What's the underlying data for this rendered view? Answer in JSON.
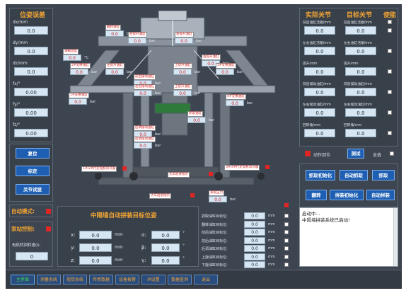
{
  "pose_error": {
    "title": "位姿误差",
    "rows": [
      {
        "label": "dx/mm",
        "value": "0.0"
      },
      {
        "label": "dy/mm",
        "value": "0.0"
      },
      {
        "label": "dz/mm",
        "value": "0.0"
      },
      {
        "label": "fx/°",
        "value": "0.00"
      },
      {
        "label": "fy/°",
        "value": "0.00"
      },
      {
        "label": "fz/°",
        "value": "0.00"
      }
    ]
  },
  "left_buttons": {
    "reset": "复位",
    "calibrate": "标定",
    "close_suction": "关节试拔"
  },
  "auto_mode": {
    "label": "自动模式:"
  },
  "pump_control": {
    "label": "泵站控制:"
  },
  "motor_speed": {
    "label": "电机转回转速(S:",
    "value": "0"
  },
  "target_pose": {
    "title": "中隔墙自动拼装目标位姿",
    "rows": [
      {
        "axis": "x:",
        "value": "0.0",
        "unit": "mm",
        "rot": "α:",
        "rot_value": "0.0",
        "rot_unit": "°"
      },
      {
        "axis": "y:",
        "value": "0.0",
        "unit": "mm",
        "rot": "β:",
        "rot_value": "0.0",
        "rot_unit": "°"
      },
      {
        "axis": "z:",
        "value": "0.0",
        "unit": "mm",
        "rot": "γ:",
        "rot_value": "0.0",
        "rot_unit": "°"
      }
    ]
  },
  "cylinders": {
    "rows": [
      {
        "label": "抓取油缸目标位:",
        "value": "0.0",
        "unit": "mm"
      },
      {
        "label": "翻转油缸目标位:",
        "value": "0.0",
        "unit": "mm"
      },
      {
        "label": "前后油缸目标位:",
        "value": "0.0",
        "unit": "mm"
      },
      {
        "label": "前后油缸目标位:",
        "value": "0.0",
        "unit": "mm"
      },
      {
        "label": "后调油缸目标位:",
        "value": "0.0",
        "unit": "mm"
      },
      {
        "label": "上旋油缸目标位:",
        "value": "0.0",
        "unit": "mm"
      },
      {
        "label": "下旋油缸目标位:",
        "value": "0.0",
        "unit": "mm"
      }
    ]
  },
  "joints": {
    "actual_title": "实际关节",
    "target_title": "目标关节",
    "enable_title": "使能",
    "rows": [
      {
        "actual_label": "前后油缸活塞/mm",
        "actual": "0.0",
        "target_label": "前后油缸活塞/mm",
        "target": "0.0"
      },
      {
        "actual_label": "左右油缸活塞/mm",
        "actual": "0.0",
        "target_label": "左右油缸活塞/mm",
        "target": "0.0"
      },
      {
        "actual_label": "提升/mm",
        "actual": "0.0",
        "target_label": "提升/mm",
        "target": "0.0"
      },
      {
        "actual_label": "前后摆动油缸/mm",
        "actual": "0.0",
        "target_label": "前后摆动油缸/mm",
        "target": "0.0"
      },
      {
        "actual_label": "左右摆动油缸/mm",
        "actual": "0.0",
        "target_label": "左右摆动油缸/mm",
        "target": "0.0"
      },
      {
        "actual_label": "回转角/mm",
        "actual": "0.0",
        "target_label": "回转角/mm",
        "target": "0.0"
      }
    ]
  },
  "action_done": {
    "label": "动作到位"
  },
  "test_button": "测试",
  "select_all": "全选",
  "grab_buttons": {
    "grab_init": "抓取初始化",
    "auto_grab": "自动抓取",
    "grab": "抓取",
    "flip": "翻转",
    "assemble_init": "拼装初始化",
    "auto_assemble": "自动拼装"
  },
  "log": {
    "lines": [
      "启动中...",
      "中隔墙拼装系统已启动!"
    ]
  },
  "bottom_tabs": [
    "主界面",
    "测量系统",
    "视觉系统",
    "传感数据",
    "设备报警",
    "IP设置",
    "数据查询",
    "退出"
  ],
  "machine": {
    "tags": [
      {
        "name": "翻转油缸",
        "value": "0.0",
        "unit": "bar"
      },
      {
        "name": "左提升油缸",
        "value": "0.0",
        "unit": "bar"
      },
      {
        "name": "右提升油缸",
        "value": "0.0",
        "unit": "bar"
      },
      {
        "name": "油箱温度",
        "value": "0.0",
        "unit": "°C"
      },
      {
        "name": "2#支撑油缸",
        "value": "0.0",
        "unit": "bar"
      },
      {
        "name": "左提升油缸",
        "value": "0.0",
        "unit": "bar"
      },
      {
        "name": "前后摆动油缸",
        "value": "0.0",
        "unit": "bar"
      },
      {
        "name": "上提升油缸",
        "value": "0.0",
        "unit": "bar"
      },
      {
        "name": "右提升油缸",
        "value": "0.0",
        "unit": "bar"
      },
      {
        "name": "3#支撑油缸",
        "value": "0.0",
        "unit": "bar"
      },
      {
        "name": "1#支撑油缸",
        "value": "0.0",
        "unit": "bar"
      },
      {
        "name": "左右摆动油缸",
        "value": "0.0",
        "unit": "bar"
      },
      {
        "name": "上提升油缸",
        "value": "0.0",
        "unit": "bar"
      },
      {
        "name": "4#支撑油缸",
        "value": "0.0",
        "unit": "bar"
      },
      {
        "name": "后调摆动油缸",
        "value": "0.0",
        "unit": "bar"
      },
      {
        "name": "后调摆动油缸",
        "value": "0.0",
        "unit": "bar"
      },
      {
        "name": "抓取油缸",
        "value": "0.0",
        "unit": "bar"
      },
      {
        "name": "1#/2#行走电机风冷器",
        "value": "",
        "unit": ""
      },
      {
        "name": "大车前进指示",
        "value": "",
        "unit": ""
      },
      {
        "name": "3#/4#行走电机风冷器",
        "value": "",
        "unit": ""
      },
      {
        "name": "大车后退指示",
        "value": "",
        "unit": ""
      },
      {
        "name": "系统压力",
        "value": "0.0",
        "unit": "bar"
      }
    ]
  }
}
